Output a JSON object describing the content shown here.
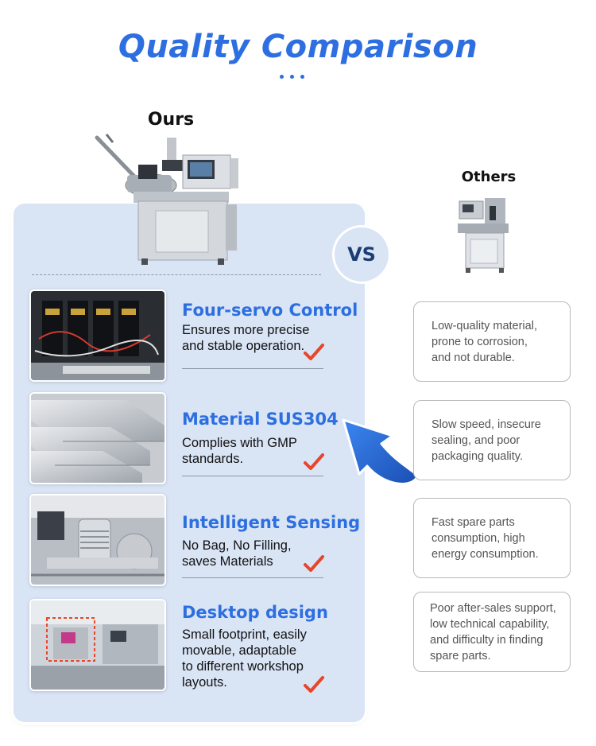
{
  "title": "Quality Comparison",
  "ours_label": "Ours",
  "others_label": "Others",
  "vs_label": "VS",
  "features": [
    {
      "title": "Four-servo Control",
      "desc": "Ensures more precise\nand stable operation.",
      "image": "servo-drivers-photo"
    },
    {
      "title": "Material SUS304",
      "desc": "Complies with GMP\nstandards.",
      "image": "steel-sheets-photo"
    },
    {
      "title": "Intelligent Sensing",
      "desc": "No Bag, No Filling,\nsaves Materials",
      "image": "sensor-mechanism-photo"
    },
    {
      "title": "Desktop design",
      "desc": "Small footprint, easily\nmovable, adaptable\nto different workshop\nlayouts.",
      "image": "workshop-photo"
    }
  ],
  "others": [
    {
      "text": "Low-quality material,\nprone to corrosion,\nand not durable."
    },
    {
      "text": "Slow speed, insecure\nsealing, and poor\npackaging quality."
    },
    {
      "text": "Fast spare parts\nconsumption, high\nenergy consumption."
    },
    {
      "text": "Poor after-sales support,\nlow technical capability,\nand difficulty in finding\nspare parts."
    }
  ],
  "colors": {
    "accent": "#2d6fe0",
    "panel": "#d9e4f5",
    "check": "#e8452a",
    "vs_text": "#1c3d74"
  },
  "icons": {
    "check": "check-icon",
    "arrow": "curved-arrow-icon"
  }
}
